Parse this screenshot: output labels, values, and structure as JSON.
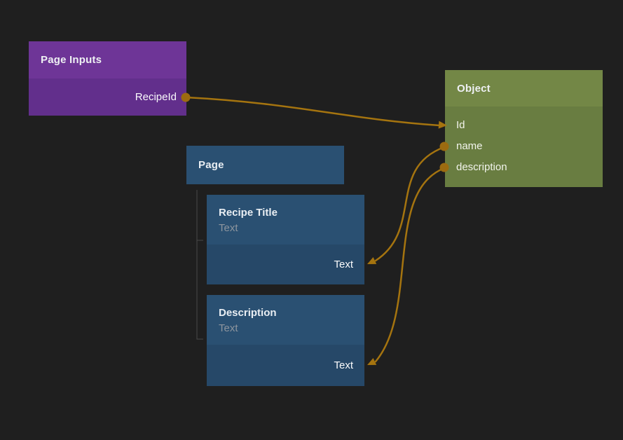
{
  "nodes": {
    "page_inputs": {
      "title": "Page Inputs",
      "outputs": [
        {
          "label": "RecipeId"
        }
      ]
    },
    "object": {
      "title": "Object",
      "fields": [
        {
          "label": "Id"
        },
        {
          "label": "name"
        },
        {
          "label": "description"
        }
      ]
    },
    "page": {
      "title": "Page"
    },
    "recipe_title": {
      "title": "Recipe Title",
      "subtitle": "Text",
      "inputs": [
        {
          "label": "Text"
        }
      ]
    },
    "description_node": {
      "title": "Description",
      "subtitle": "Text",
      "inputs": [
        {
          "label": "Text"
        }
      ]
    }
  },
  "connections": [
    {
      "from": "Page Inputs.RecipeId",
      "to": "Object.Id"
    },
    {
      "from": "Object.name",
      "to": "Recipe Title.Text"
    },
    {
      "from": "Object.description",
      "to": "Description.Text"
    }
  ],
  "palette": {
    "background": "#1f1f1f",
    "purple_header": "#6e3597",
    "purple_body": "#622f8c",
    "green_header": "#738746",
    "green_body": "#697d41",
    "blue_header": "#2a5072",
    "blue_body": "#264868",
    "connector": "#a5740f",
    "port_dot": "#9c6b10",
    "tree_line": "#4a4a4a"
  }
}
